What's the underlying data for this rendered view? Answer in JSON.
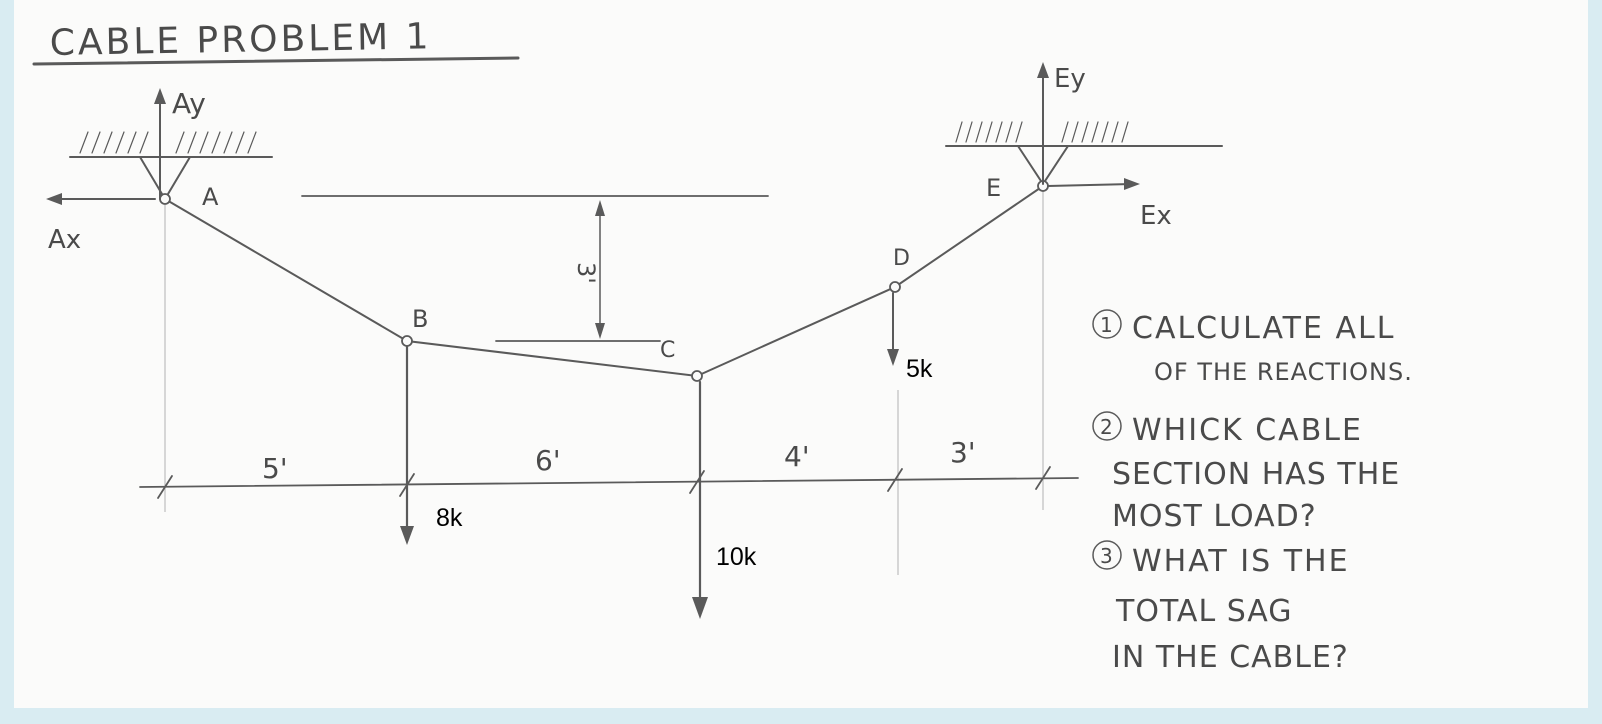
{
  "title": "CABLE PROBLEM 1",
  "nodes": {
    "a": "A",
    "b": "B",
    "c": "C",
    "d": "D",
    "e": "E"
  },
  "reactions": {
    "ay": "Ay",
    "ax": "Ax",
    "ey": "Ey",
    "ex": "Ex"
  },
  "sag_label": "3'",
  "spans": [
    "5'",
    "6'",
    "4'",
    "3'"
  ],
  "loads": {
    "b": "8k",
    "c": "10k",
    "d": "5k"
  },
  "questions": [
    {
      "num": "1",
      "lines": [
        "CALCULATE ALL",
        "OF THE REACTIONS."
      ]
    },
    {
      "num": "2",
      "lines": [
        "WHICK CABLE",
        "SECTION HAS THE",
        "MOST LOAD?"
      ]
    },
    {
      "num": "3",
      "lines": [
        "WHAT IS THE",
        "TOTAL SAG",
        "IN THE CABLE?"
      ]
    }
  ]
}
